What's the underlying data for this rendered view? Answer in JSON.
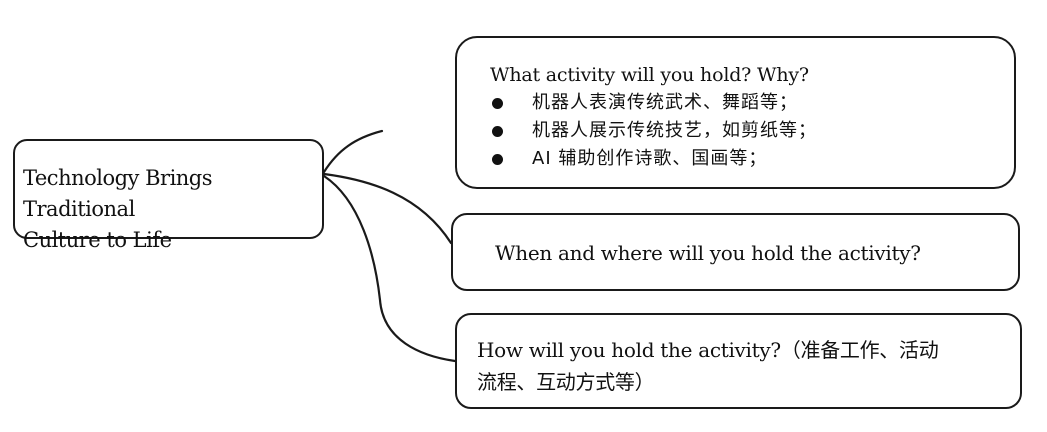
{
  "root": {
    "line1": "Technology Brings Traditional",
    "line2": "Culture to Life"
  },
  "branches": [
    {
      "question": "What activity will you hold? Why?",
      "bullets": [
        "机器人表演传统武术、舞蹈等；",
        "机器人展示传统技艺，如剪纸等；",
        "AI 辅助创作诗歌、国画等；"
      ]
    },
    {
      "question": "When and where will you hold the activity?"
    },
    {
      "line1": "How will you hold the activity?（准备工作、活动",
      "line2": "流程、互动方式等）"
    }
  ]
}
